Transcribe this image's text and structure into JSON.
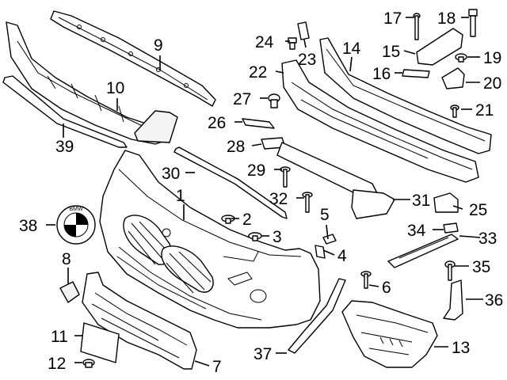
{
  "diagram": {
    "callouts": [
      {
        "id": "c1",
        "text": "1"
      },
      {
        "id": "c2",
        "text": "2"
      },
      {
        "id": "c3",
        "text": "3"
      },
      {
        "id": "c4",
        "text": "4"
      },
      {
        "id": "c5",
        "text": "5"
      },
      {
        "id": "c6",
        "text": "6"
      },
      {
        "id": "c7",
        "text": "7"
      },
      {
        "id": "c8",
        "text": "8"
      },
      {
        "id": "c9",
        "text": "9"
      },
      {
        "id": "c10",
        "text": "10"
      },
      {
        "id": "c11",
        "text": "11"
      },
      {
        "id": "c12",
        "text": "12"
      },
      {
        "id": "c13",
        "text": "13"
      },
      {
        "id": "c14",
        "text": "14"
      },
      {
        "id": "c15",
        "text": "15"
      },
      {
        "id": "c16",
        "text": "16"
      },
      {
        "id": "c17",
        "text": "17"
      },
      {
        "id": "c18",
        "text": "18"
      },
      {
        "id": "c19",
        "text": "19"
      },
      {
        "id": "c20",
        "text": "20"
      },
      {
        "id": "c21",
        "text": "21"
      },
      {
        "id": "c22",
        "text": "22"
      },
      {
        "id": "c23",
        "text": "23"
      },
      {
        "id": "c24",
        "text": "24"
      },
      {
        "id": "c25",
        "text": "25"
      },
      {
        "id": "c26",
        "text": "26"
      },
      {
        "id": "c27",
        "text": "27"
      },
      {
        "id": "c28",
        "text": "28"
      },
      {
        "id": "c29",
        "text": "29"
      },
      {
        "id": "c30",
        "text": "30"
      },
      {
        "id": "c31",
        "text": "31"
      },
      {
        "id": "c32",
        "text": "32"
      },
      {
        "id": "c33",
        "text": "33"
      },
      {
        "id": "c34",
        "text": "34"
      },
      {
        "id": "c35",
        "text": "35"
      },
      {
        "id": "c36",
        "text": "36"
      },
      {
        "id": "c37",
        "text": "37"
      },
      {
        "id": "c38",
        "text": "38"
      },
      {
        "id": "c39",
        "text": "39"
      }
    ],
    "emblem_text": "BMW"
  }
}
